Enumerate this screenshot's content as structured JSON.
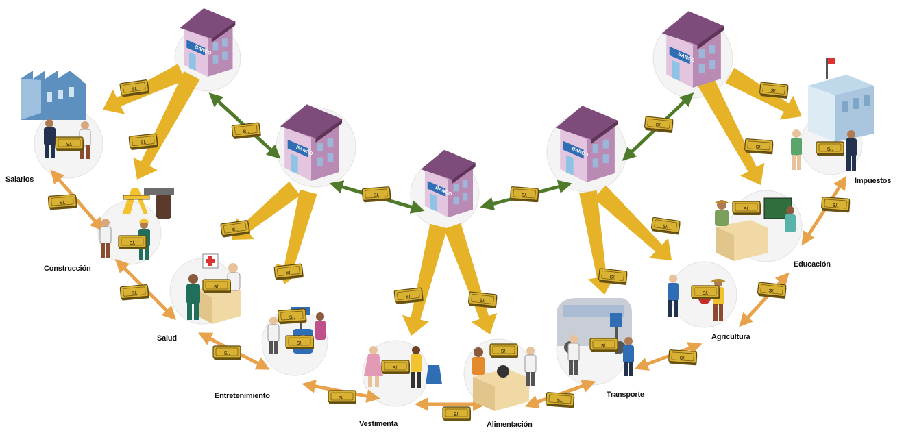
{
  "palette": {
    "flow_arrow": "#E5B228",
    "exchange_arrow": "#E8A24C",
    "bank_link_arrow": "#4F7A2A",
    "bill": "#C9A227",
    "bill_dark": "#6B5411",
    "bank_roof": "#8E5B8C",
    "bank_wall": "#D8B3D3",
    "bank_sign": "#2F6DB5"
  },
  "banks": [
    {
      "id": "bank-1",
      "sign": "BANCO"
    },
    {
      "id": "bank-2",
      "sign": "BANCO"
    },
    {
      "id": "bank-3",
      "sign": "BANCO"
    },
    {
      "id": "bank-4",
      "sign": "BANCO"
    },
    {
      "id": "bank-5",
      "sign": "BANCO"
    }
  ],
  "bill_symbol": "S/.",
  "sectors": [
    {
      "id": "salarios",
      "label": "Salarios",
      "icon": "factory-icon"
    },
    {
      "id": "construccion",
      "label": "Construcción",
      "icon": "construction-icon"
    },
    {
      "id": "salud",
      "label": "Salud",
      "icon": "health-icon"
    },
    {
      "id": "entretenimiento",
      "label": "Entretenimiento",
      "icon": "entertainment-icon"
    },
    {
      "id": "vestimenta",
      "label": "Vestimenta",
      "icon": "clothing-icon"
    },
    {
      "id": "alimentacion",
      "label": "Alimentación",
      "icon": "food-icon"
    },
    {
      "id": "transporte",
      "label": "Transporte",
      "icon": "bus-icon"
    },
    {
      "id": "agricultura",
      "label": "Agricultura",
      "icon": "agriculture-icon"
    },
    {
      "id": "educacion",
      "label": "Educación",
      "icon": "education-icon"
    },
    {
      "id": "impuestos",
      "label": "Impuestos",
      "icon": "government-building-icon"
    }
  ]
}
